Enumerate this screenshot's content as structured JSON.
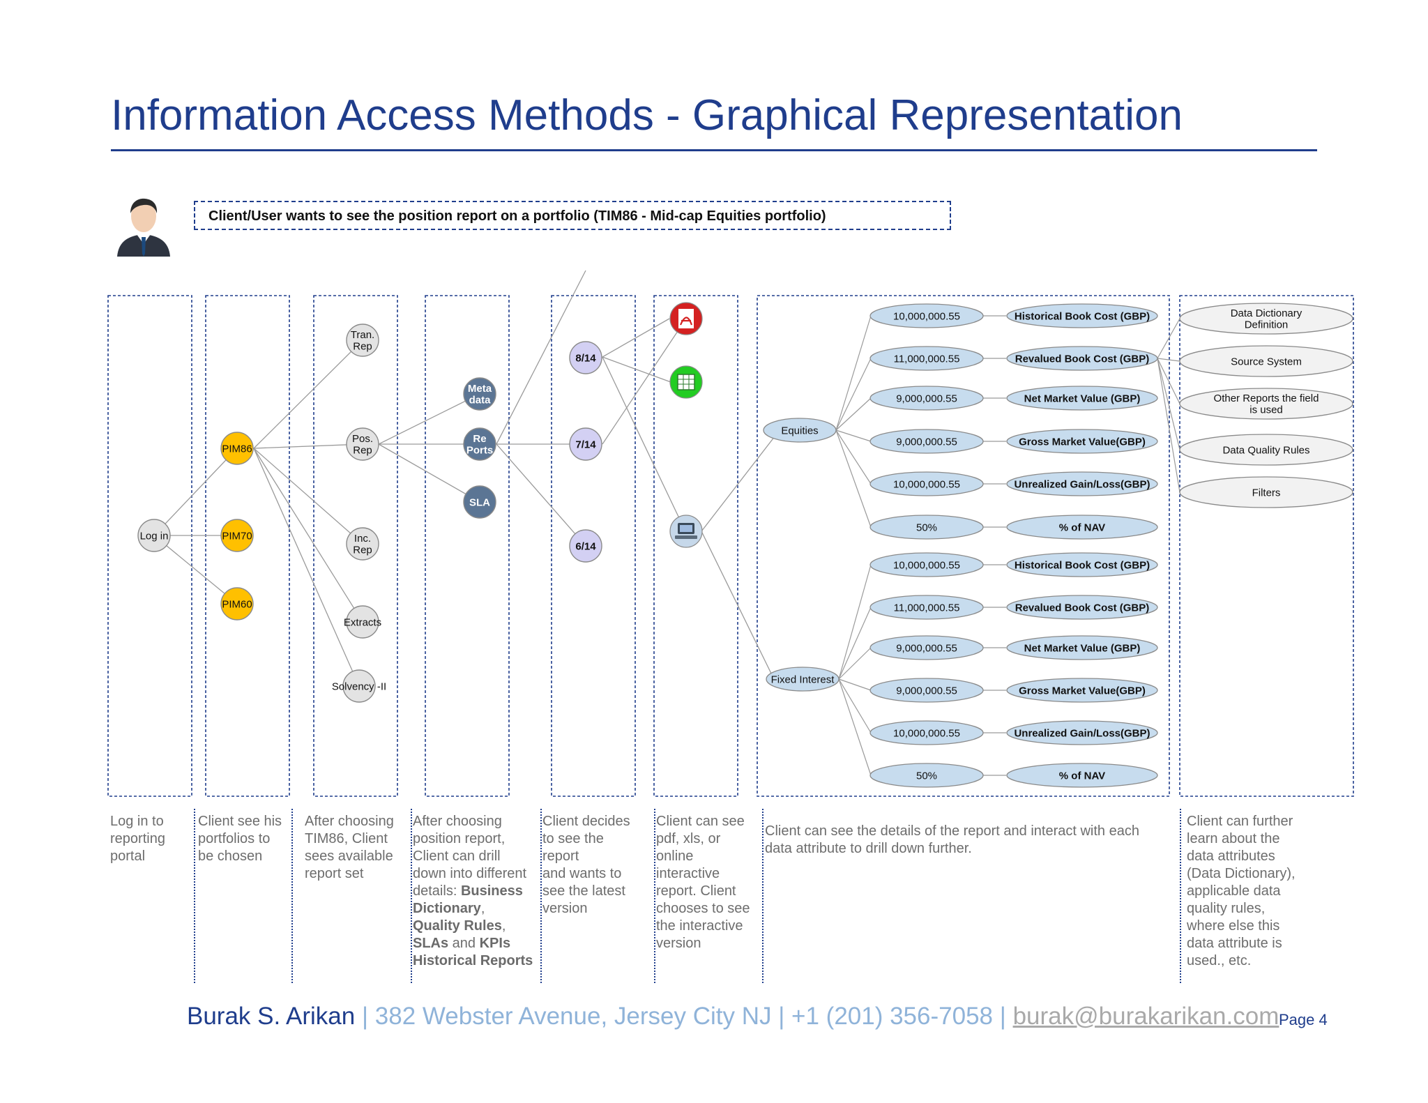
{
  "title": "Information Access Methods - Graphical Representation",
  "scenario": "Client/User wants to see the position report on a portfolio (TIM86 - Mid-cap Equities portfolio)",
  "icons": {
    "user": "businessman-icon",
    "pdf": "pdf-icon",
    "xls": "excel-icon",
    "online": "computer-icon"
  },
  "colors": {
    "title": "#1f3d8c",
    "portfolio": "#ffc000",
    "report": "#e3e3e3",
    "meta": "#5b7594",
    "date": "#d3d0f3",
    "attribute": "#c7dcee"
  },
  "nodes": {
    "login": "Log in",
    "portfolios": [
      "PIM86",
      "PIM70",
      "PIM60"
    ],
    "reports": [
      "Tran.\nRep",
      "Pos.\nRep",
      "Inc.\nRep",
      "Extracts",
      "Solvency -II"
    ],
    "meta": [
      "Meta\ndata",
      "Re\nPorts",
      "SLA"
    ],
    "versions": [
      "8/14",
      "7/14",
      "6/14"
    ],
    "categories": [
      "Equities",
      "Fixed Interest"
    ],
    "equities": [
      {
        "value": "10,000,000.55",
        "field": "Historical Book Cost (GBP)"
      },
      {
        "value": "11,000,000.55",
        "field": "Revalued Book Cost (GBP)"
      },
      {
        "value": "9,000,000.55",
        "field": "Net Market Value (GBP)"
      },
      {
        "value": "9,000,000.55",
        "field": "Gross Market Value(GBP)"
      },
      {
        "value": "10,000,000.55",
        "field": "Unrealized Gain/Loss(GBP)"
      },
      {
        "value": "50%",
        "field": "% of NAV"
      }
    ],
    "fixed_interest": [
      {
        "value": "10,000,000.55",
        "field": "Historical Book Cost (GBP)"
      },
      {
        "value": "11,000,000.55",
        "field": "Revalued Book Cost (GBP)"
      },
      {
        "value": "9,000,000.55",
        "field": "Net Market Value (GBP)"
      },
      {
        "value": "9,000,000.55",
        "field": "Gross Market Value(GBP)"
      },
      {
        "value": "10,000,000.55",
        "field": "Unrealized Gain/Loss(GBP)"
      },
      {
        "value": "50%",
        "field": "% of NAV"
      }
    ],
    "attribute_info": [
      "Data Dictionary\nDefinition",
      "Source System",
      "Other Reports the field\nis used",
      "Data Quality Rules",
      "Filters"
    ]
  },
  "descriptions": {
    "d1": "Log in to\nreporting\nportal",
    "d2": "Client see his\nportfolios to\nbe chosen",
    "d3": "After choosing\nTIM86, Client\nsees available\nreport set",
    "d4_intro": "After choosing\nposition report,\nClient can drill\ndown into different\ndetails: ",
    "d4_bd": "Business\nDictionary",
    "d4_qr": "Quality Rules",
    "d4_sla": "SLAs",
    "d4_and": " and ",
    "d4_kpi": "KPIs",
    "d4_hist": "Historical Reports",
    "d5": "Client decides\nto see the\nreport\nand wants to\nsee the  latest\nversion",
    "d6": "Client can see\npdf, xls, or\nonline\ninteractive\nreport. Client\nchooses to see\nthe interactive\nversion",
    "d7": "Client can see the details of the report and interact with each\ndata attribute to drill down further.",
    "d8": "Client can further\nlearn about the\ndata attributes\n(Data Dictionary),\napplicable data\nquality rules,\nwhere else this\ndata attribute is\nused., etc."
  },
  "footer": {
    "name": "Burak S. Arikan",
    "sep": " | ",
    "address": "382 Webster Avenue, Jersey City NJ",
    "phone": "+1 (201) 356-7058",
    "email": "burak@burakarikan.com",
    "page": "Page 4"
  }
}
